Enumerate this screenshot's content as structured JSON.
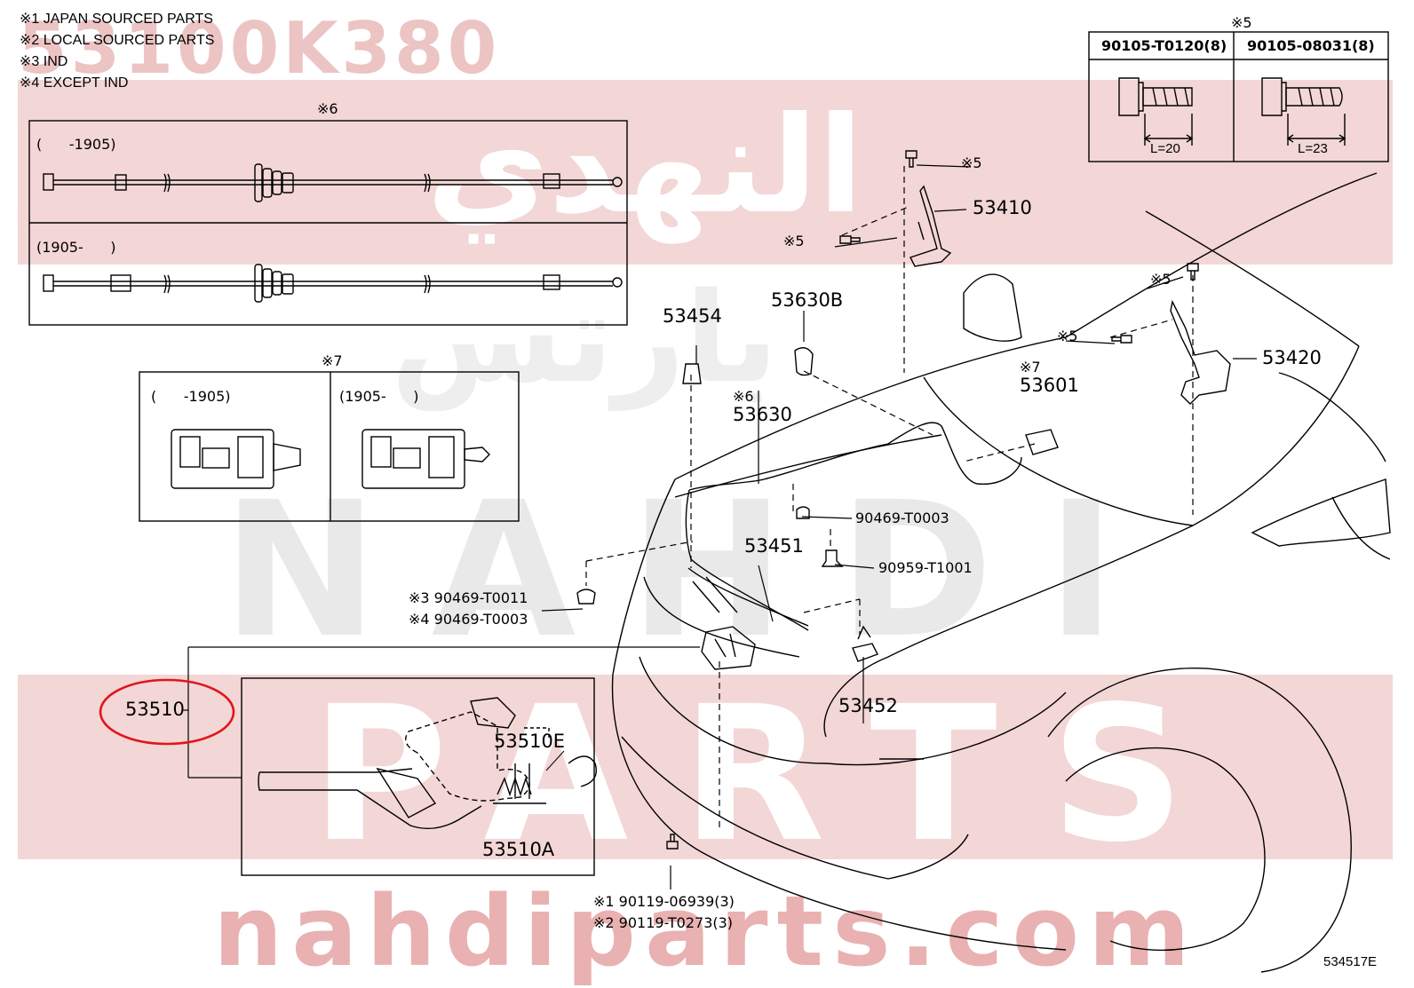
{
  "watermark": {
    "part_no": "53100K380",
    "arabic": "النهدي",
    "arabic2": "بارتس",
    "word1": "NAHDI",
    "word2": "PARTS",
    "site": "nahdiparts.com",
    "color": "#e9b1b1"
  },
  "notes": [
    "※1 JAPAN SOURCED PARTS",
    "※2 LOCAL SOURCED PARTS",
    "※3 IND",
    "※4 EXCEPT IND"
  ],
  "cable_box": {
    "mark": "※6",
    "row1_label": "(      -1905)",
    "row2_label": "(1905-      )"
  },
  "clip_box": {
    "mark": "※7",
    "left_label": "(      -1905)",
    "right_label": "(1905-      )"
  },
  "bolt_box": {
    "mark": "※5",
    "col1_header": "90105-T0120(8)",
    "col2_header": "90105-08031(8)",
    "col1_length": "L=20",
    "col2_length": "L=23"
  },
  "parts": {
    "p53410": "53410",
    "p53420": "53420",
    "p53454": "53454",
    "p53630B": "53630B",
    "p53630": "53630",
    "p53630_mark": "※6",
    "p53601": "53601",
    "p53601_mark": "※7",
    "p53451": "53451",
    "p53452": "53452",
    "p53510": "53510",
    "p53510E": "53510E",
    "p53510A": "53510A",
    "m5a": "※5",
    "m5b": "※5",
    "m5c": "※5",
    "m5d": "※5",
    "c90469_T0003": "90469-T0003",
    "c90959_T1001": "90959-T1001",
    "c3_90469_T0011": "※3 90469-T0011",
    "c4_90469_T0003": "※4 90469-T0003",
    "c1_90119_06939": "※1 90119-06939(3)",
    "c2_90119_T0273": "※2 90119-T0273(3)"
  },
  "highlight_color": "#e0161b",
  "figure_id": "534517E"
}
